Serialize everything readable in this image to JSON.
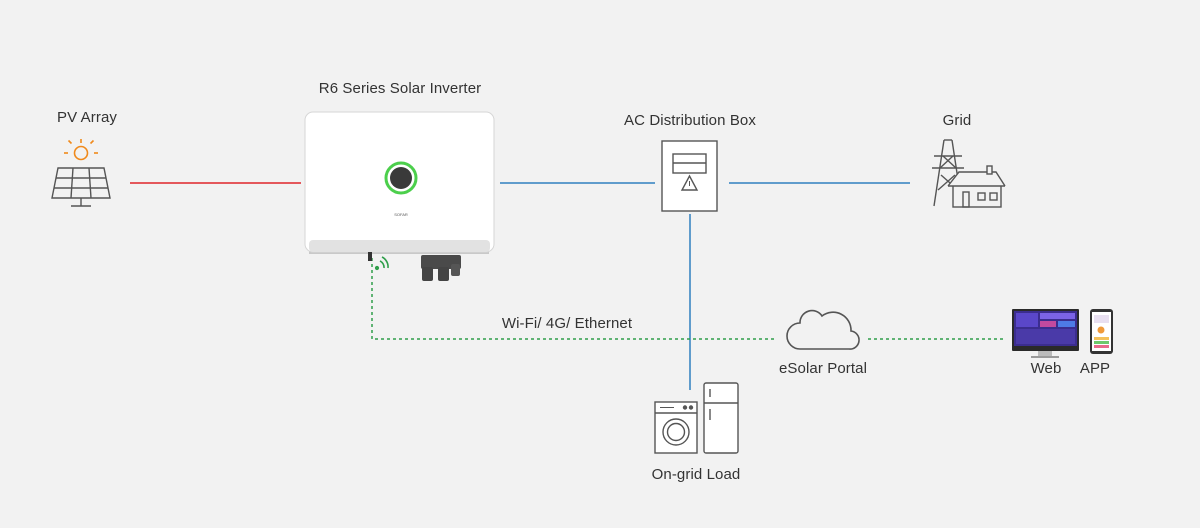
{
  "labels": {
    "pv_array": "PV Array",
    "inverter": "R6 Series Solar Inverter",
    "ac_box": "AC Distribution Box",
    "grid": "Grid",
    "comm": "Wi-Fi/ 4G/ Ethernet",
    "portal": "eSolar Portal",
    "web": "Web",
    "app": "APP",
    "load": "On-grid Load"
  },
  "inverter_brand": "SOFAR",
  "colors": {
    "background": "#f2f2f2",
    "dc_line": "#e0242a",
    "ac_line": "#2f7fc0",
    "comm_line": "#2f9e4a",
    "sun": "#f08a1c",
    "icon_stroke": "#555555",
    "inverter_ring": "#4ccf4c"
  }
}
